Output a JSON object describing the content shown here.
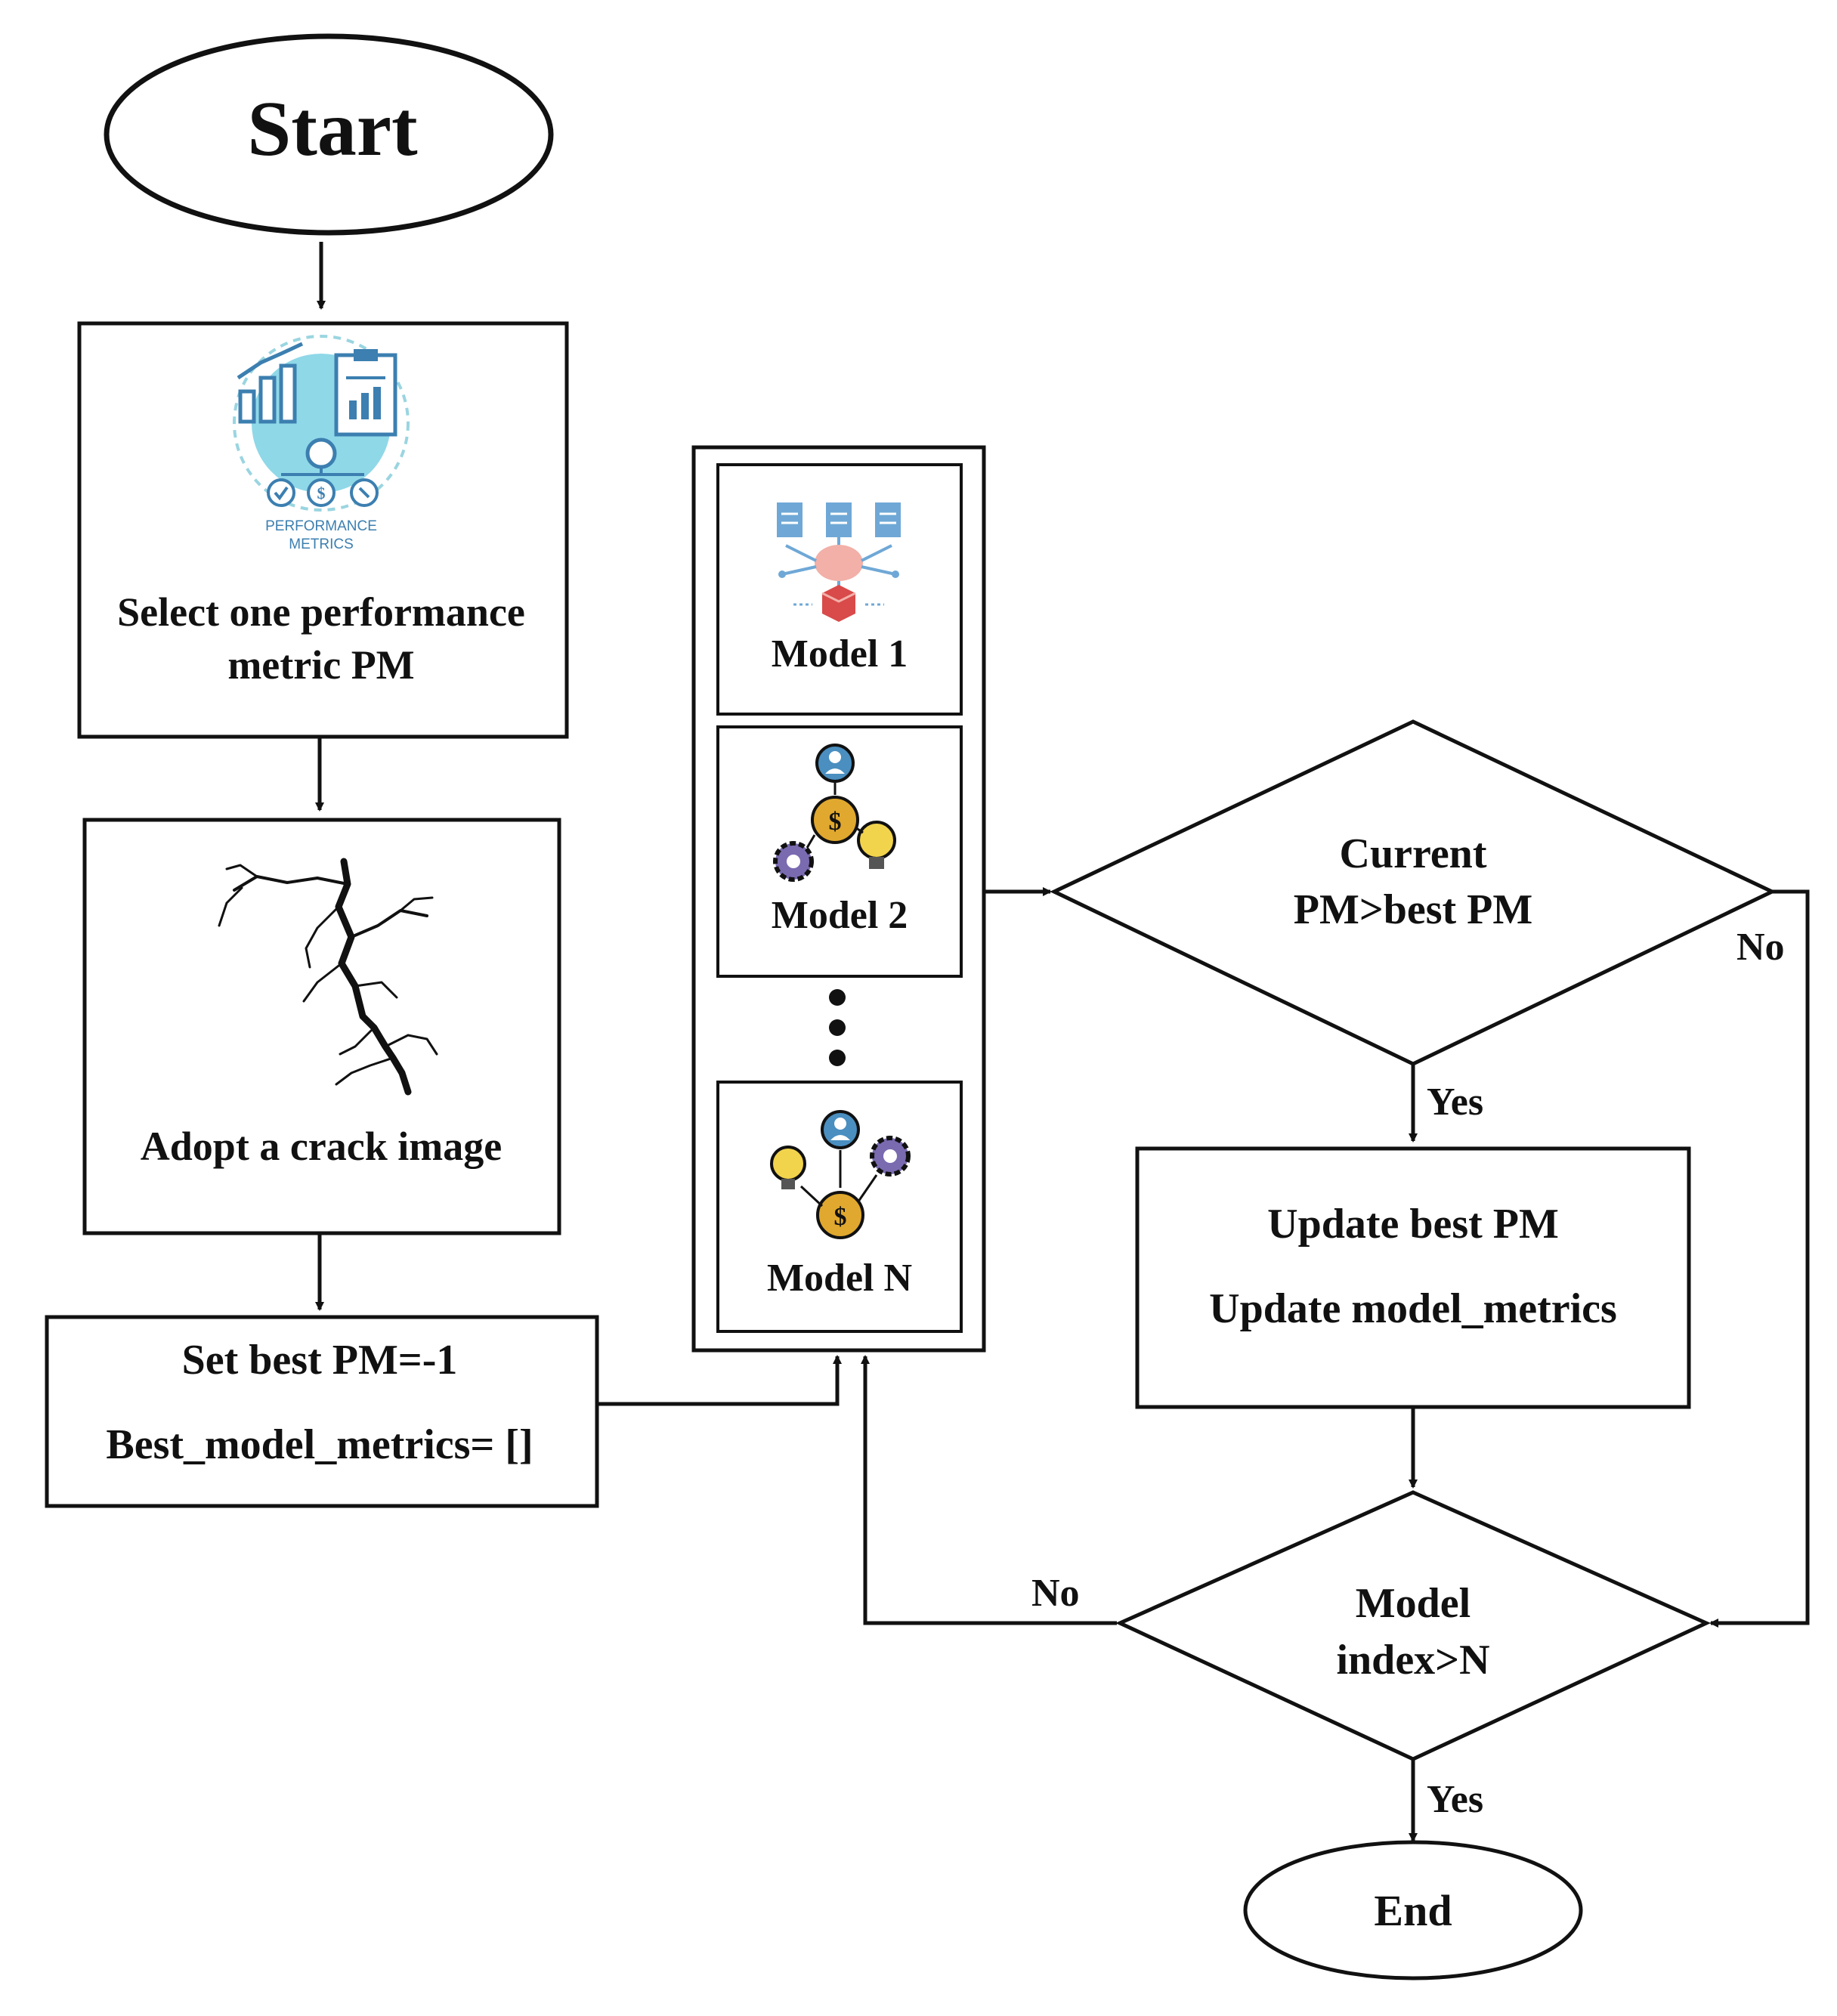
{
  "nodes": {
    "start": "Start",
    "select_metric": {
      "line1": "Select one performance",
      "line2": "metric PM"
    },
    "metric_icon_caption": {
      "line1": "PERFORMANCE",
      "line2": "METRICS"
    },
    "adopt_image": "Adopt a crack image",
    "init": {
      "line1": "Set best PM=-1",
      "line2": "Best_model_metrics= []"
    },
    "models": [
      "Model 1",
      "Model 2",
      "Model N"
    ],
    "decision_pm": {
      "line1": "Current",
      "line2": "PM>best PM"
    },
    "update": {
      "line1": "Update best PM",
      "line2": "Update model_metrics"
    },
    "decision_index": {
      "line1": "Model",
      "line2": "index>N"
    },
    "end": "End"
  },
  "edge_labels": {
    "pm_yes": "Yes",
    "pm_no": "No",
    "index_yes": "Yes",
    "index_no": "No"
  },
  "icons": {
    "metrics": "performance-metrics-icon",
    "crack": "crack-image-icon",
    "model1": "neural-network-icon",
    "model2": "business-gears-icon",
    "modelN": "idea-money-icon"
  },
  "colors": {
    "stroke": "#111111",
    "metrics_teal": "#8fd8e8",
    "metrics_blue": "#3c7fb0",
    "model1_doc": "#6fa8d6",
    "model1_core": "#e07a7a",
    "model1_box": "#d94a4a",
    "money_gold": "#e0a82e",
    "bulb_yellow": "#f2d34c",
    "gear_purple": "#7a6ab0",
    "person_blue": "#4a8fc0"
  }
}
